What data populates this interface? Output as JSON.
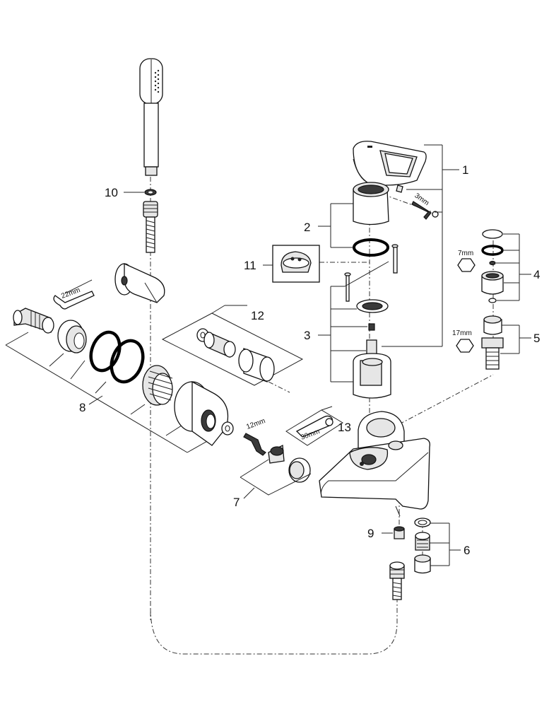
{
  "labels": {
    "p1": "1",
    "p2": "2",
    "p3": "3",
    "p4": "4",
    "p5": "5",
    "p6": "6",
    "p7": "7",
    "p8": "8",
    "p9": "9",
    "p10": "10",
    "p11": "11",
    "p12": "12",
    "p13": "13"
  },
  "dimensions": {
    "hex_key_cartridge": "3mm",
    "wrench_nut": "22mm",
    "allen_key": "12mm",
    "wrench_tool": "30mm",
    "hex_part4": "7mm",
    "hex_part5": "17mm"
  }
}
